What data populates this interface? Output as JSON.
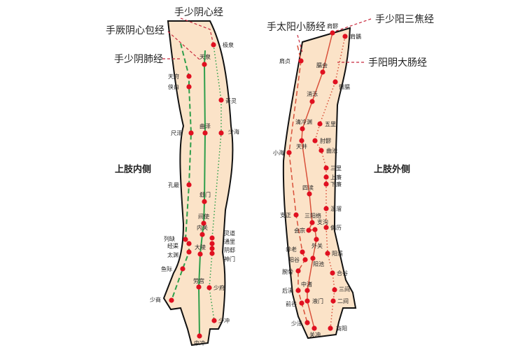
{
  "colors": {
    "skin": "#fbe3c8",
    "outline": "#111111",
    "inner_meridian": "#2e9e4a",
    "outer_meridian": "#d9503a",
    "point": "#e01020",
    "leader": "#c8283c"
  },
  "inner_side": {
    "title": "上肢内侧",
    "meridians": [
      "手少阴心经",
      "手厥阴心包经",
      "手少阴肺经"
    ],
    "points": [
      "极泉",
      "天泉",
      "天府",
      "侠白",
      "青灵",
      "尺泽",
      "曲泽",
      "少海",
      "孔最",
      "郄门",
      "间使",
      "内关",
      "列缺",
      "经渠",
      "太渊",
      "大陵",
      "灵道",
      "通里",
      "阴郄",
      "神门",
      "鱼际",
      "劳宫",
      "少府",
      "少商",
      "少冲",
      "中冲"
    ]
  },
  "outer_side": {
    "title": "上肢外侧",
    "meridians": [
      "手太阳小肠经",
      "手少阳三焦经",
      "手阳明大肠经"
    ],
    "points": [
      "肩髎",
      "肩髃",
      "肩贞",
      "臑会",
      "臂臑",
      "消泺",
      "清冷渊",
      "五里",
      "天井",
      "肘髎",
      "曲池",
      "小海",
      "三里",
      "上廉",
      "下廉",
      "四渎",
      "温溜",
      "支正",
      "三阳络",
      "支沟",
      "会宗",
      "偏历",
      "外关",
      "养老",
      "阳溪",
      "阳谷",
      "阳池",
      "腕骨",
      "合谷",
      "中渚",
      "后溪",
      "三间",
      "液门",
      "前谷",
      "二间",
      "少泽",
      "关冲",
      "商阳"
    ]
  }
}
